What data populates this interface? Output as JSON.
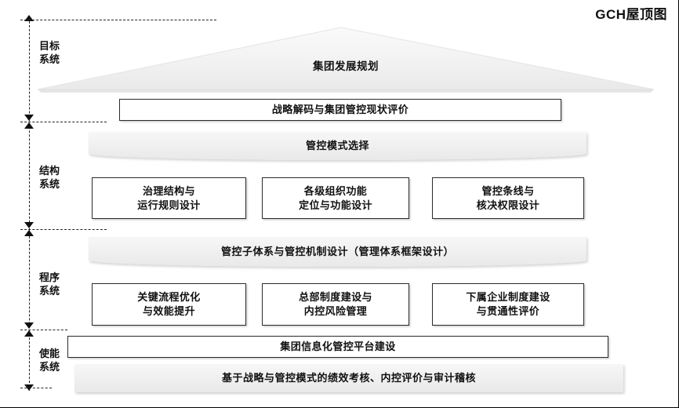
{
  "title": "GCH屋顶图",
  "axis": {
    "name": "tier-axis",
    "tiers": [
      {
        "id": "goal",
        "line1": "目标",
        "line2": "系统"
      },
      {
        "id": "structure",
        "line1": "结构",
        "line2": "系统"
      },
      {
        "id": "procedure",
        "line1": "程序",
        "line2": "系统"
      },
      {
        "id": "enabling",
        "line1": "使能",
        "line2": "系统"
      }
    ]
  },
  "roof": {
    "label": "集团发展规划"
  },
  "bars": {
    "strategy_decode": "战略解码与集团管控现状评价",
    "control_mode": "管控模式选择",
    "subsystem_design": "管控子体系与管控机制设计（管理体系框架设计）",
    "it_platform": "集团信息化管控平台建设",
    "assessment": "基于战略与管控模式的绩效考核、内控评价与审计稽核"
  },
  "structure_boxes": [
    {
      "id": "governance",
      "line1": "治理结构与",
      "line2": "运行规则设计"
    },
    {
      "id": "org-function",
      "line1": "各级组织功能",
      "line2": "定位与功能设计"
    },
    {
      "id": "authority",
      "line1": "管控条线与",
      "line2": "核决权限设计"
    }
  ],
  "procedure_boxes": [
    {
      "id": "process-opt",
      "line1": "关键流程优化",
      "line2": "与效能提升"
    },
    {
      "id": "hq-system",
      "line1": "总部制度建设与",
      "line2": "内控风险管理"
    },
    {
      "id": "sub-enterprise",
      "line1": "下属企业制度建设",
      "line2": "与贯通性评价"
    }
  ],
  "colors": {
    "band_fill": "#efefef",
    "box_border": "#2b2b2b",
    "text": "#111111",
    "axis": "#222222"
  }
}
